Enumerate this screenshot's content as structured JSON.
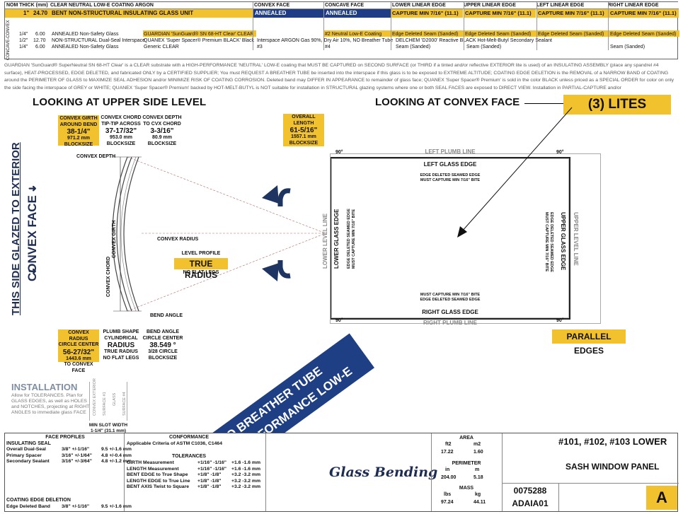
{
  "header": {
    "col_labels": [
      "NOM THICK (mm)",
      "CLEAR NEUTRAL LOW-E COATING ARGON",
      "CONVEX FACE",
      "CONCAVE FACE",
      "LOWER LINEAR EDGE",
      "UPPER LINEAR EDGE",
      "LEFT LINEAR EDGE",
      "RIGHT LINEAR EDGE"
    ],
    "main_row": [
      "1\"",
      "24.70",
      "BENT NON-STRUCTURAL INSULATING GLASS UNIT",
      "ANNEALED",
      "ANNEALED",
      "CAPTURE MIN 7/16\" (11.1)",
      "CAPTURE MIN 7/16\" (11.1)",
      "CAPTURE MIN 7/16\" (11.1)",
      "CAPTURE MIN 7/16\" (11.1)"
    ],
    "side_label": "CONCAVE-CONVEX",
    "rows": [
      {
        "in": "1/4\"",
        "mm": "6.00",
        "desc": "ANNEALED Non-Safety Glass",
        "coating": "GUARDIAN 'SunGuard® SN 68-HT Clear' CLEAR + #1",
        "concave": "#2  Neutral Low-E Coating",
        "lower": "Edge Deleted Seam (Sanded)",
        "upper": "Edge Deleted Seam (Sanded)",
        "left": "Edge Deleted Seam (Sanded)",
        "right": "Edge Deleted Seam (Sanded)"
      },
      {
        "in": "1/2\"",
        "mm": "12.70",
        "desc": "NON-STRUCTURAL Dual-Seal Interspace",
        "coating": "QUANEX 'Super Spacer® Premium BLACK' Black",
        "convex": "Interspace ARGON Gas 90%, Dry Air 10%, NO Breather Tube",
        "lower": "DELCHEM 'D2000' Reactive BLACK Hot-Melt-Butyl Secondary Sealant"
      },
      {
        "in": "1/4\"",
        "mm": "6.00",
        "desc": "ANNEALED Non-Safety Glass",
        "coating": "Generic CLEAR",
        "convex": "#3",
        "concave": "#4",
        "lower": "Seam (Sanded)",
        "upper": "Seam (Sanded)",
        "right": "Seam (Sanded)"
      }
    ],
    "note": "GUARDIAN 'SunGuard® SuperNeutral SN 68-HT Clear' is a CLEAR substrate with a HIGH-PERFORMANCE 'NEUTRAL' LOW-E coating that MUST BE CAPTURED on SECOND SURFACE (or THIRD if a tinted and/or reflective EXTERIOR lite is used) of an INSULATING ASSEMBLY (place any spandrel #4 surface), HEAT-PROCESSED, EDGE DELETED, and fabricated ONLY by a CERTIFIED SUPPLIER; You must REQUEST A BREATHER TUBE be inserted into the interspace if this glass is to be exposed to EXTREME ALTITUDE; COATING EDGE DELETION is the REMOVAL of a NARROW BAND of COATING around the PERIMETER OF GLASS to MAXIMIZE SEAL ADHESION and/or MINIMIZE RISK OF COATING CORROSION. Deleted band may DIFFER IN APPEARANCE to remainder of glass face; QUANEX 'Super Spacer® Premium' is sold in the color BLACK unless priced as a SPECIAL ORDER for color on only the side facing the interspace of GREY or WHITE; QUANEX 'Super Spacer® Premium' backed by HOT-MELT-BUTYL is NOT suitable for installation in STRUCTURAL glazing systems where one or both SEAL FACES are exposed to DIRECT VIEW. Installation in PARTIAL-CAPTURE and/or"
  },
  "drawing": {
    "upper_title": "LOOKING AT UPPER SIDE LEVEL",
    "convex_title": "LOOKING AT CONVEX FACE",
    "lites": "(3) LITES",
    "girth": {
      "label1": "CONVEX GIRTH",
      "label2": "AROUND BEND",
      "value": "38-1/4\"",
      "mm": "971.2 mm",
      "note": "BLOCKSIZE"
    },
    "chord": {
      "label1": "CONVEX CHORD",
      "label2": "TIP-TIP ACROSS",
      "value": "37-17/32\"",
      "mm": "953.0 mm",
      "note": "BLOCKSIZE"
    },
    "depth": {
      "label1": "CONVEX DEPTH",
      "label2": "TO CVX CHORD",
      "value": "3-3/16\"",
      "mm": "80.9 mm",
      "note": "BLOCKSIZE"
    },
    "overall": {
      "label1": "OVERALL",
      "label2": "LENGTH",
      "value": "61-5/16\"",
      "mm": "1557.1 mm",
      "note": "BLOCKSIZE"
    },
    "convex_depth_lbl": "CONVEX DEPTH",
    "convex_girth_lbl": "CONVEX GIRTH",
    "convex_chord_lbl": "CONVEX CHORD",
    "convex_radius_lbl": "CONVEX RADIUS",
    "level_profile": "LEVEL PROFILE",
    "true_radius": "TRUE RADIUS",
    "no_flat_legs": "NO FLAT LEGS",
    "bend_angle_lbl": "BEND ANGLE",
    "side_glazed": "THIS SIDE GLAZED TO EXTERIOR",
    "convex_face_side": "CONVEX FACE",
    "radius_box": {
      "l1": "CONVEX RADIUS",
      "l2": "CIRCLE CENTER",
      "value": "56-27/32\"",
      "mm": "1443.6 mm",
      "l3": "TO CONVEX FACE"
    },
    "plumb": {
      "l1": "PLUMB SHAPE",
      "l2": "CYLINDRICAL",
      "value": "RADIUS",
      "l3": "TRUE RADIUS",
      "l4": "NO FLAT LEGS"
    },
    "bend": {
      "l1": "BEND ANGLE",
      "l2": "CIRCLE CENTER",
      "value": "38.549 °",
      "l3": "3/28 CIRCLE",
      "l4": "BLOCKSIZE"
    },
    "panel": {
      "left_plumb": "LEFT PLUMB LINE",
      "right_plumb": "RIGHT PLUMB LINE",
      "lower_level": "LOWER LEVEL LINE",
      "upper_level": "UPPER LEVEL LINE",
      "left_edge": "LEFT GLASS EDGE",
      "right_edge": "RIGHT GLASS EDGE",
      "lower_edge": "LOWER GLASS EDGE",
      "upper_edge": "UPPER GLASS EDGE",
      "deleted": "EDGE DELETED SEAMED EDGE",
      "capture": "MUST CAPTURE MIN 7/16\" BITE",
      "deg": "90°"
    },
    "parallel": "PARALLEL EDGES",
    "banner1": "NO BREATHER TUBE",
    "banner2": "HIGH-PERFORMANCE LOW-E"
  },
  "installation": {
    "title": "INSTALLATION",
    "text": [
      "Allow for TOLERANCES. Plan for",
      "GLASS EDGES, as well as HOLES",
      "and NOTCHES, projecting at RIGHT",
      "ANGLES to immediate glass FACE"
    ],
    "cols": [
      "CONVEX EXTERIOR",
      "SURFACE #1",
      "GLASS",
      "SURFACE #4"
    ],
    "slot": "MIN SLOT WIDTH",
    "slot_val": "1-1/4\" (31.1 mm)"
  },
  "footer": {
    "face_profiles": "FACE PROFILES",
    "insulating_seal": "INSULATING SEAL",
    "seals": [
      {
        "name": "Overall Dual-Seal",
        "in": "3/8\" +/-1/16\"",
        "mm": "9.5 +/-1.6 mm"
      },
      {
        "name": "Primary Spacer",
        "in": "3/16\" +/-1/64\"",
        "mm": "4.8 +/-0.4 mm"
      },
      {
        "name": "Secondary Sealant",
        "in": "3/16\" +/-3/64\"",
        "mm": "4.8 +/-1.2 mm"
      }
    ],
    "coating_edge": "COATING EDGE DELETION",
    "edge_band": {
      "name": "Edge Deleted Band",
      "in": "3/8\" +/-1/16\"",
      "mm": "9.5 +/-1.6 mm"
    },
    "conformance": "CONFORMANCE",
    "astm": "Applicable Criteria of ASTM C1036, C1464",
    "tolerances": "TOLERANCES",
    "tol": [
      {
        "name": "GIRTH Measurement",
        "in": "+1/16\" -1/16\"",
        "mm": "+1.6 -1.6 mm"
      },
      {
        "name": "LENGTH Measurement",
        "in": "+1/16\" -1/16\"",
        "mm": "+1.6 -1.6 mm"
      },
      {
        "name": "BENT EDGE to True Shape",
        "in": "+1/8\" -1/8\"",
        "mm": "+3.2 -3.2 mm"
      },
      {
        "name": "LENGTH EDGE to True Line",
        "in": "+1/8\" -1/8\"",
        "mm": "+3.2 -3.2 mm"
      },
      {
        "name": "BENT AXIS Twist to Square",
        "in": "+1/8\" -1/8\"",
        "mm": "+3.2 -3.2 mm"
      }
    ],
    "brand": "Glass Bending",
    "area": "AREA",
    "ft2": "ft2",
    "m2": "m2",
    "area_ft": "17.22",
    "area_m": "1.60",
    "perimeter": "PERIMETER",
    "in": "in",
    "m": "m",
    "per_in": "204.00",
    "per_m": "5.18",
    "mass": "MASS",
    "lbs": "lbs",
    "kg": "kg",
    "mass_lbs": "97.24",
    "mass_kg": "44.11",
    "job": "0075288",
    "code": "ADAIA01",
    "title1": "#101, #102, #103 LOWER",
    "title2": "SASH WINDOW PANEL",
    "rev": "A"
  }
}
